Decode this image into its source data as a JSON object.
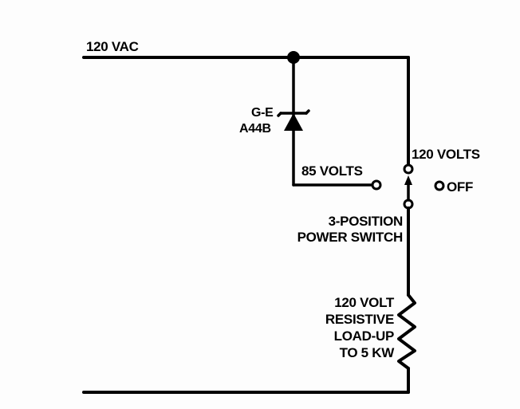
{
  "diagram": {
    "type": "electrical-schematic",
    "supply": {
      "label": "120 VAC"
    },
    "diode": {
      "manufacturer": "G-E",
      "part": "A44B"
    },
    "switch": {
      "name_line1": "3-POSITION",
      "name_line2": "POWER SWITCH",
      "positions": [
        {
          "label": "120 VOLTS"
        },
        {
          "label": "OFF"
        },
        {
          "label": "85 VOLTS"
        }
      ]
    },
    "load": {
      "line1": "120 VOLT",
      "line2": "RESISTIVE",
      "line3": "LOAD-UP",
      "line4": "TO 5 KW"
    },
    "colors": {
      "ink": "#000000",
      "background": "#fdfdfd"
    }
  }
}
